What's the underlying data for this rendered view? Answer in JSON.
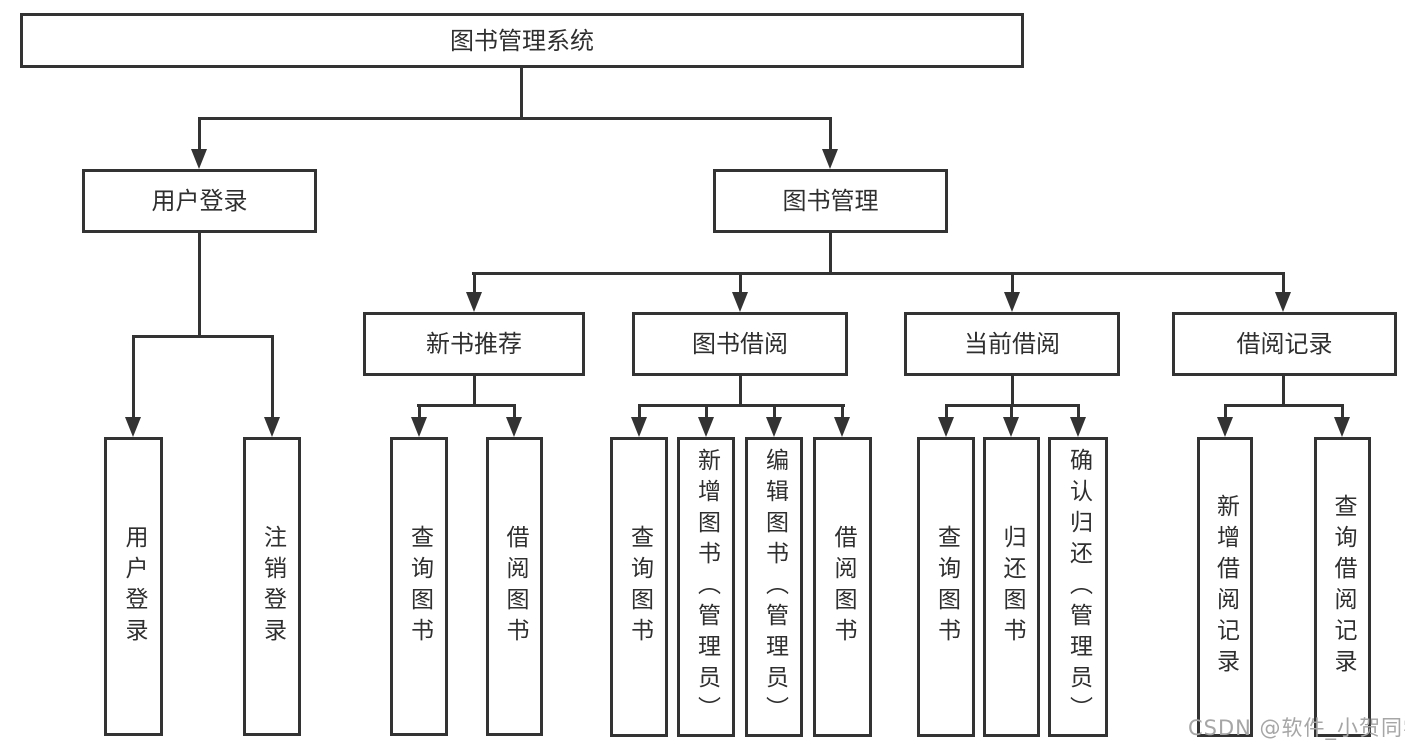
{
  "diagram": {
    "title": "图书管理系统",
    "root": "图书管理系统",
    "children": [
      {
        "label": "用户登录",
        "children": [
          "用户登录",
          "注销登录"
        ]
      },
      {
        "label": "图书管理",
        "children": [
          {
            "label": "新书推荐",
            "children": [
              "查询图书",
              "借阅图书"
            ]
          },
          {
            "label": "图书借阅",
            "children": [
              "查询图书",
              "新增图书（管理员）",
              "编辑图书（管理员）",
              "借阅图书"
            ]
          },
          {
            "label": "当前借阅",
            "children": [
              "查询图书",
              "归还图书",
              "确认归还（管理员）"
            ]
          },
          {
            "label": "借阅记录",
            "children": [
              "新增借阅记录",
              "查询借阅记录"
            ]
          }
        ]
      }
    ]
  },
  "watermark": {
    "text": "CSDN @软件_小贺同学"
  },
  "colors": {
    "line": "#333333",
    "box_border": "#333333",
    "text": "#2f2f2f",
    "watermark": "#a6a6a6",
    "background": "#ffffff"
  }
}
